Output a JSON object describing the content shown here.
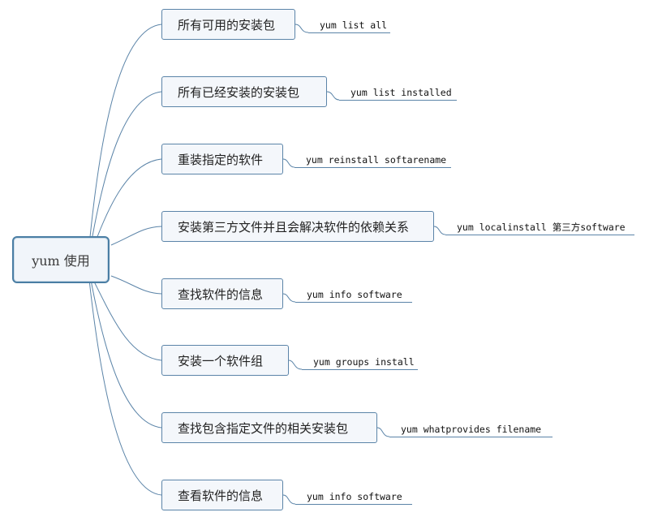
{
  "root": {
    "label": "yum 使用"
  },
  "branches": [
    {
      "label": "所有可用的安装包",
      "command": "yum list all"
    },
    {
      "label": "所有已经安装的安装包",
      "command": "yum list installed"
    },
    {
      "label": "重装指定的软件",
      "command": "yum reinstall softarename"
    },
    {
      "label": "安装第三方文件并且会解决软件的依赖关系",
      "command": "yum localinstall 第三方software"
    },
    {
      "label": "查找软件的信息",
      "command": "yum info software"
    },
    {
      "label": "安装一个软件组",
      "command": "yum groups install"
    },
    {
      "label": "查找包含指定文件的相关安装包",
      "command": "yum whatprovides filename"
    },
    {
      "label": "查看软件的信息",
      "command": "yum info software"
    }
  ],
  "colors": {
    "line": "#5b84a8",
    "root_border": "#4a7ea4",
    "node_fill": "#f4f7fb"
  }
}
